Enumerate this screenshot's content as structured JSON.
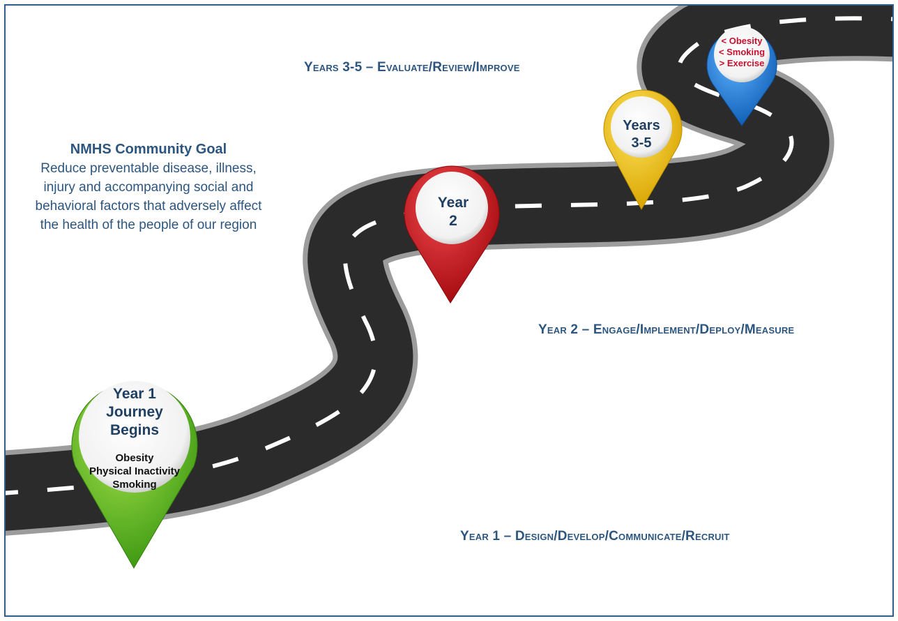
{
  "goal": {
    "title": "NMHS Community Goal",
    "body": "Reduce preventable disease, illness, injury and accompanying social and behavioral factors that adversely affect the health of the people of our region"
  },
  "phases": {
    "years35": "Years 3-5 – Evaluate/Review/Improve",
    "year2": "Year 2 – Engage/Implement/Deploy/Measure",
    "year1": "Year 1 – Design/Develop/Communicate/Recruit"
  },
  "pins": {
    "year1": {
      "heading": [
        "Year 1",
        "Journey",
        "Begins"
      ],
      "items": [
        "Obesity",
        "Physical Inactivity",
        "Smoking"
      ],
      "color": "#6cc12a"
    },
    "year2": {
      "heading": [
        "Year",
        "2"
      ],
      "color": "#d7141a"
    },
    "years35": {
      "heading": [
        "Years",
        "3-5"
      ],
      "color": "#f1c40f"
    },
    "goals": {
      "items": [
        "< Obesity",
        "< Smoking",
        "> Exercise"
      ],
      "color": "#1e88e5"
    }
  },
  "colors": {
    "border": "#2d5f8a",
    "road": "#2b2b2b",
    "curb": "#9c9c9c",
    "text_blue": "#2c5680"
  }
}
